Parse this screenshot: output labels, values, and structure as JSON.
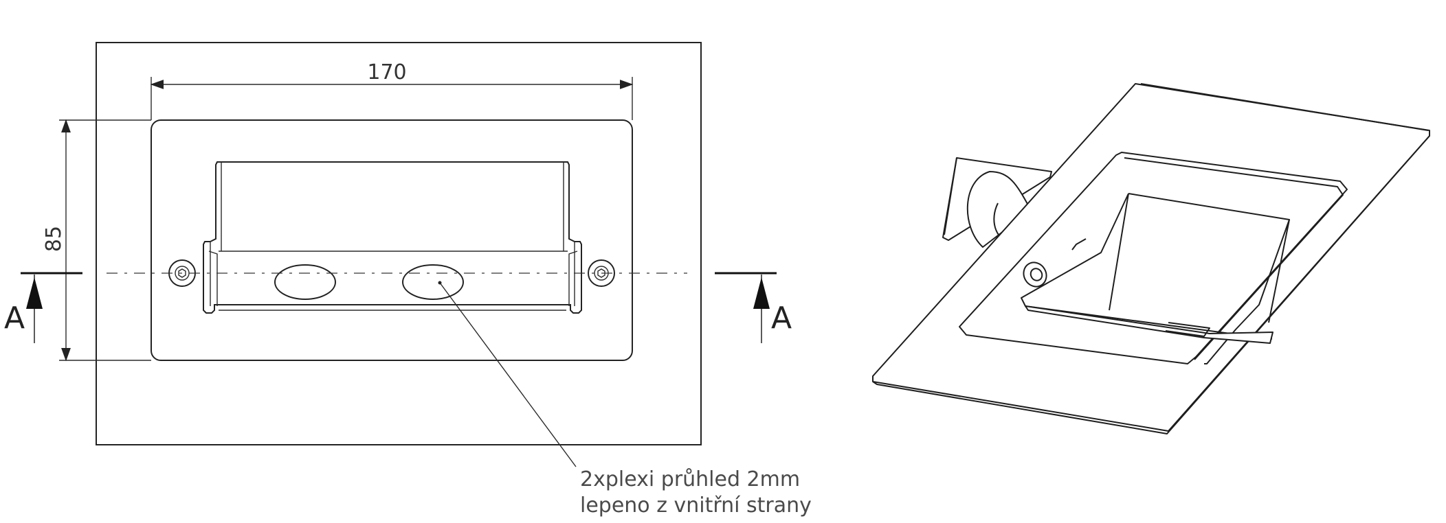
{
  "front_view": {
    "width_dimension": "170",
    "height_dimension": "85",
    "section_left": "A",
    "section_right": "A"
  },
  "callout": {
    "line1": "2xplexi průhled 2mm",
    "line2": "lepeno z vnitřní strany"
  }
}
